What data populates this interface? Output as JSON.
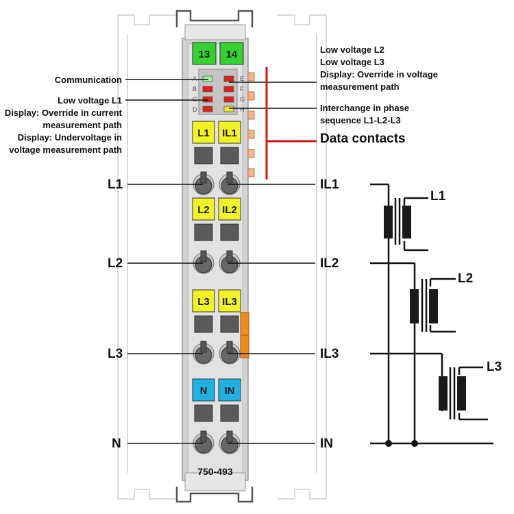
{
  "module": {
    "part_number": "750-493",
    "top_terminals": [
      "13",
      "14"
    ],
    "channel_tags": [
      {
        "left": "L1",
        "right": "IL1",
        "color": "#f2f225"
      },
      {
        "left": "L2",
        "right": "IL2",
        "color": "#f2f225"
      },
      {
        "left": "L3",
        "right": "IL3",
        "color": "#f2f225"
      },
      {
        "left": "N",
        "right": "IN",
        "color": "#1fb1e6"
      }
    ],
    "top_terminal_color": "#32d232",
    "led_letters_left": [
      "A",
      "B",
      "C",
      "D"
    ],
    "led_letters_right": [
      "E",
      "F",
      "G",
      "H"
    ]
  },
  "annotations": {
    "communication": "Communication",
    "low_voltage_l1": "Low voltage L1",
    "override_current": "Display: Override in current",
    "override_current_2": "measurement path",
    "undervoltage": "Display: Undervoltage in",
    "undervoltage_2": "voltage measurement path",
    "low_voltage_l2": "Low voltage L2",
    "low_voltage_l3": "Low voltage L3",
    "override_voltage": "Display: Override in voltage",
    "override_voltage_2": "measurement path",
    "interchange": "Interchange in phase",
    "interchange_2": "sequence L1-L2-L3",
    "data_contacts": "Data contacts"
  },
  "wires": {
    "left": [
      "L1",
      "L2",
      "L3",
      "N"
    ],
    "right": [
      "IL1",
      "IL2",
      "IL3",
      "IN"
    ]
  },
  "transformers": [
    "L1",
    "L2",
    "L3"
  ],
  "colors": {
    "red_marker": "#e01010",
    "orange_contact": "#f08a1c",
    "led_green": "#9ff09f",
    "led_red": "#e01e1e",
    "led_yellow": "#f2e820"
  }
}
